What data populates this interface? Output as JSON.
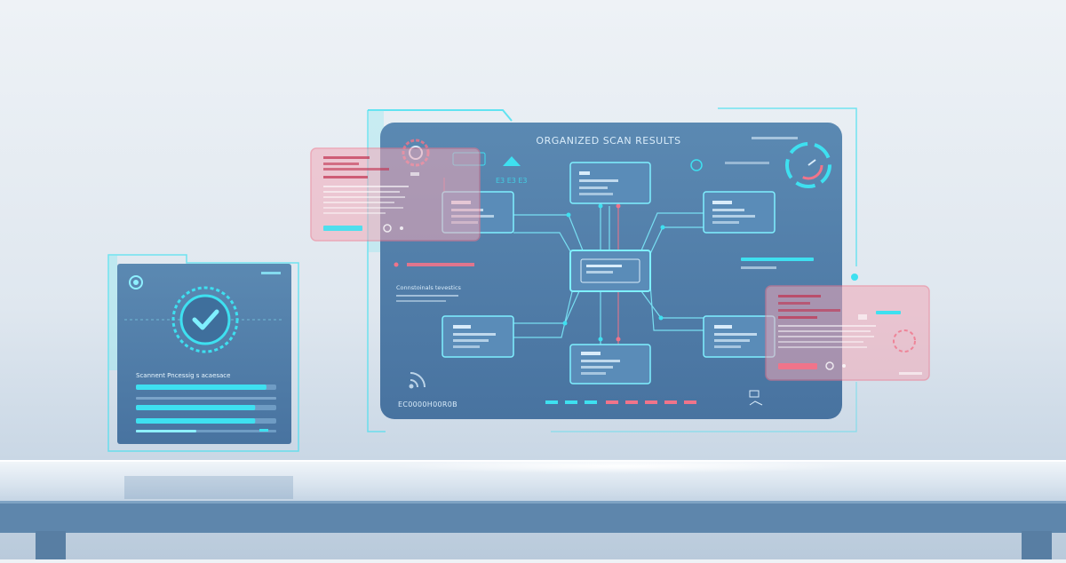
{
  "main_panel": {
    "title": "ORGANIZED SCAN RESULTS",
    "footer_code": "EC0000H00R0B",
    "left_caption": "Connstoinals tevestics"
  },
  "left_panel": {
    "status_label": "Scannent Pncessig s acaesace",
    "progress": [
      0.93,
      0.85,
      0.85,
      0.43
    ],
    "status_icon": "check-circle-icon"
  },
  "colors": {
    "accent": "#3ee0f0",
    "panel": "#4f7ea8",
    "alert": "#f0748a"
  }
}
